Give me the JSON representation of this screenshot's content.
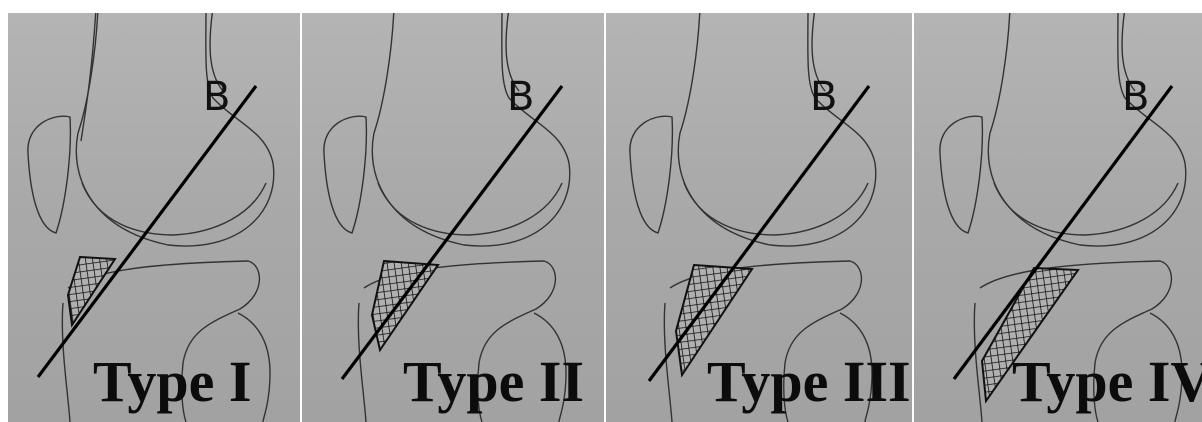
{
  "figure": {
    "panels": [
      {
        "line_label": "B",
        "type_label": "Type I"
      },
      {
        "line_label": "B",
        "type_label": "Type II"
      },
      {
        "line_label": "B",
        "type_label": "Type III"
      },
      {
        "line_label": "B",
        "type_label": "Type IV"
      }
    ]
  },
  "colors": {
    "background": "#a9a9a9",
    "sketch": "#333333",
    "line": "#000000",
    "text": "#0c0c0c"
  }
}
